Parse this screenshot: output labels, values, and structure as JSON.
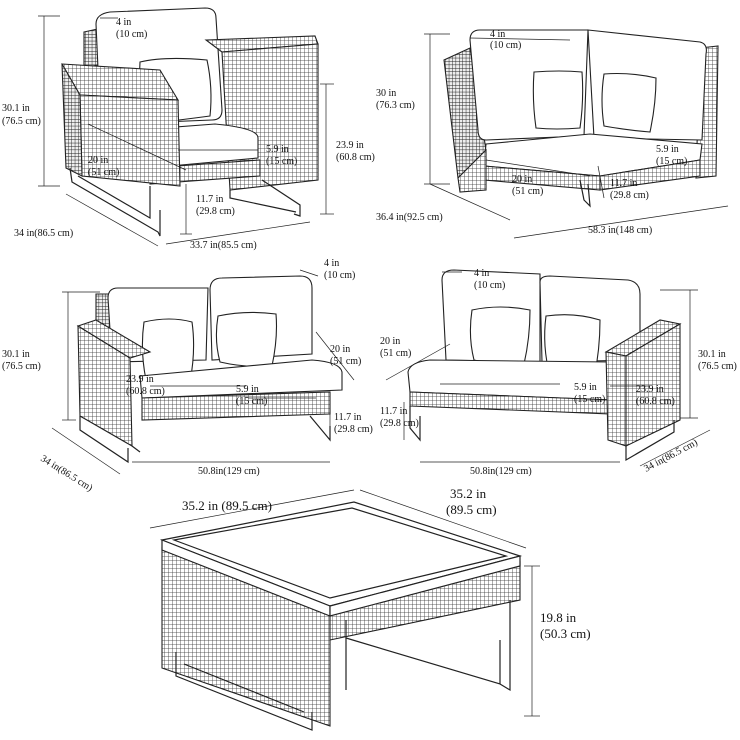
{
  "armchair": {
    "height": [
      "30.1 in",
      "(76.5 cm)"
    ],
    "back_cushion": [
      "4 in",
      "(10 cm)"
    ],
    "arm_height": [
      "23.9 in",
      "(60.8 cm)"
    ],
    "seat_depth": [
      "20 in",
      "(51 cm)"
    ],
    "seat_cushion": [
      "5.9 in",
      "(15 cm)"
    ],
    "seat_height": [
      "11.7 in",
      "(29.8 cm)"
    ],
    "depth": "34 in(86.5 cm)",
    "width": "33.7 in(85.5 cm)"
  },
  "corner": {
    "height": [
      "30 in",
      "(76.3 cm)"
    ],
    "back_cushion": [
      "4 in",
      "(10 cm)"
    ],
    "seat_depth": [
      "20 in",
      "(51 cm)"
    ],
    "seat_cushion": [
      "5.9 in",
      "(15 cm)"
    ],
    "seat_height": [
      "11.7 in",
      "(29.8 cm)"
    ],
    "depth": "36.4 in(92.5 cm)",
    "width": "58.3 in(148 cm)"
  },
  "left_loveseat": {
    "height": [
      "30.1 in",
      "(76.5 cm)"
    ],
    "back_cushion": [
      "4 in",
      "(10 cm)"
    ],
    "seat_depth": [
      "20 in",
      "(51 cm)"
    ],
    "arm_height": [
      "23.9 in",
      "(60.8 cm)"
    ],
    "seat_cushion": [
      "5.9 in",
      "(15 cm)"
    ],
    "seat_height": [
      "11.7 in",
      "(29.8 cm)"
    ],
    "depth": "34 in(86.5 cm)",
    "width": "50.8in(129 cm)"
  },
  "right_loveseat": {
    "height": [
      "30.1 in",
      "(76.5 cm)"
    ],
    "back_cushion": [
      "4 in",
      "(10 cm)"
    ],
    "seat_depth": [
      "20 in",
      "(51 cm)"
    ],
    "arm_height": [
      "23.9 in",
      "(60.8 cm)"
    ],
    "seat_cushion": [
      "5.9 in",
      "(15 cm)"
    ],
    "seat_height": [
      "11.7 in",
      "(29.8 cm)"
    ],
    "depth": "34 in(86.5 cm)",
    "width": "50.8in(129 cm)"
  },
  "table": {
    "width": "35.2 in (89.5 cm)",
    "depth": [
      "35.2 in",
      "(89.5 cm)"
    ],
    "height": [
      "19.8 in",
      "(50.3 cm)"
    ]
  }
}
